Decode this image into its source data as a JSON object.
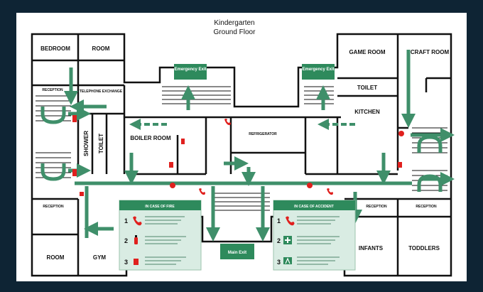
{
  "title": {
    "line1": "Kindergarten",
    "line2": "Ground Floor"
  },
  "rooms": {
    "bedroom": "BEDROOM",
    "room_top": "ROOM",
    "reception_left": "RECEPTION",
    "telephone_exchange": "TELEPHONE EXCHANGE",
    "shower": "SHOWER",
    "toilet_left": "TOILET",
    "boiler_room": "BOILER ROOM",
    "refrigerator": "REFRIGERATOR",
    "reception_lower_left": "RECEPTION",
    "room_bottom": "ROOM",
    "gym": "GYM",
    "game_room": "GAME ROOM",
    "craft_room": "CRAFT ROOM",
    "toilet_right": "TOILET",
    "kitchen": "KITCHEN",
    "reception_center_right": "RECEPTION",
    "reception_right": "RECEPTION",
    "infants": "INFANTS",
    "toddlers": "TODDLERS"
  },
  "exits": {
    "emergency_left": "Emergency Exit",
    "emergency_right": "Emergency Exit",
    "main_exit": "Main Exit"
  },
  "panels": {
    "fire": {
      "heading": "IN CASE OF FIRE",
      "numbers": [
        "1",
        "2",
        "3"
      ]
    },
    "accident": {
      "heading": "IN CASE OF ACCIDENT",
      "numbers": [
        "1",
        "2",
        "3"
      ]
    }
  },
  "colors": {
    "arrow_green": "#3f8f6a",
    "exit_green": "#2e8a5c",
    "wall": "#111111",
    "panel_bg": "#d9ece3",
    "alarm_red": "#e0201e",
    "background": "#0e2434"
  },
  "icons": [
    "fire-extinguisher-icon",
    "phone-icon",
    "first-aid-icon",
    "fire-alarm-icon"
  ]
}
